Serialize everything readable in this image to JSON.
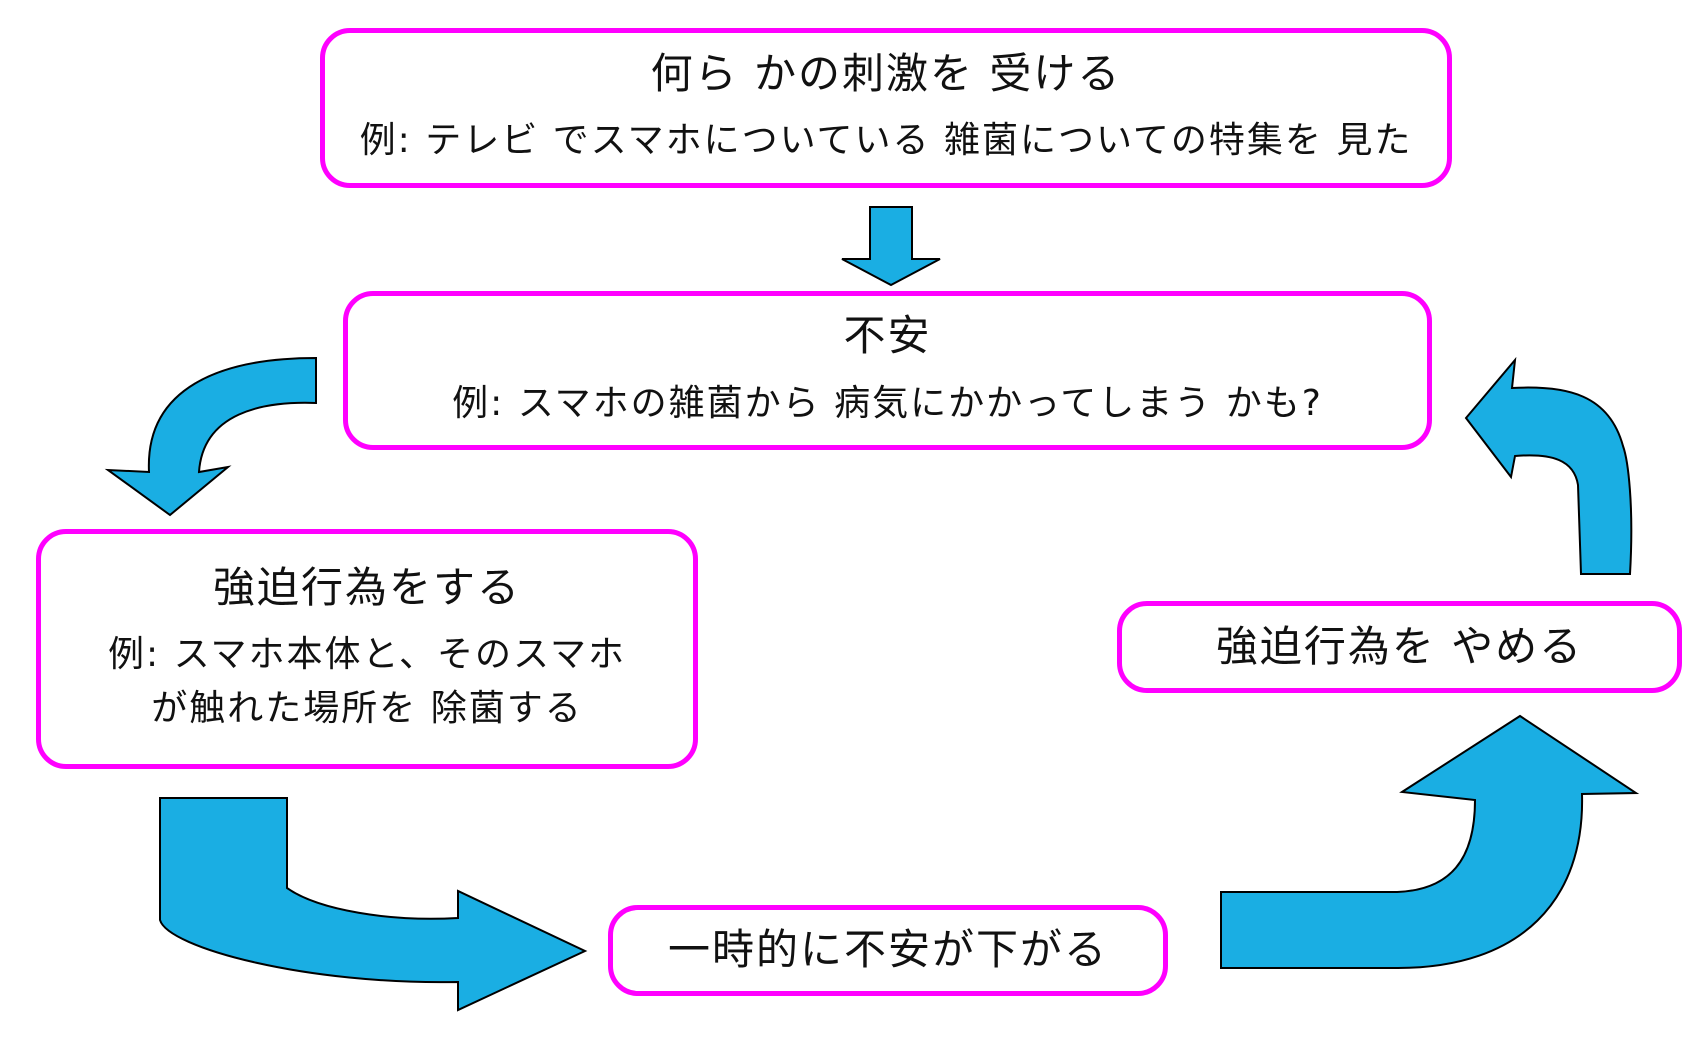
{
  "diagram": {
    "colors": {
      "box_border": "#ff00ff",
      "arrow_fill": "#1aaee3",
      "arrow_stroke": "#000000",
      "text": "#111111"
    },
    "boxes": {
      "stimulus": {
        "title": "何ら かの刺激を 受ける",
        "example": "例: テレビ でスマホについている 雑菌についての特集を 見た"
      },
      "anxiety": {
        "title": "不安",
        "example": "例: スマホの雑菌から 病気にかかってしまう かも?"
      },
      "compulsion": {
        "title": "強迫行為をする",
        "example_line1": "例: スマホ本体と、そのスマホ",
        "example_line2": "が触れた場所を 除菌する"
      },
      "temporary_relief": {
        "title": "一時的に不安が下がる"
      },
      "stop_compulsion": {
        "title": "強迫行為を やめる"
      }
    }
  }
}
